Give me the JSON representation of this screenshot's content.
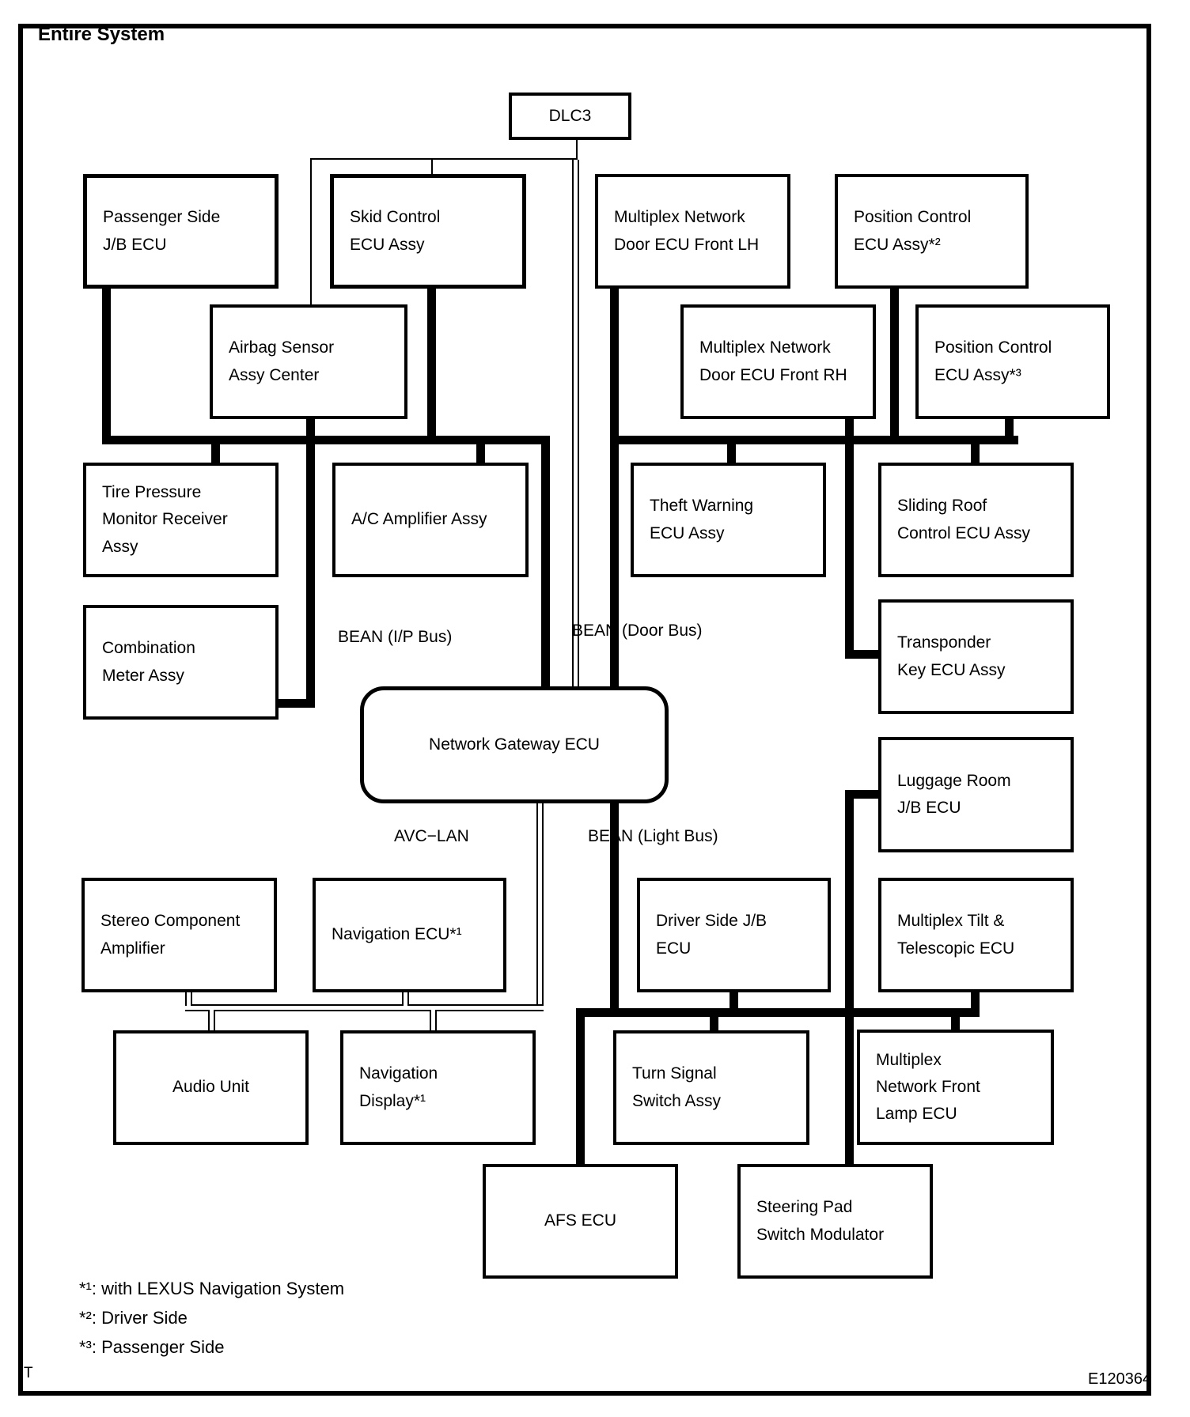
{
  "title": "Entire System",
  "corner_mark": "T",
  "figure_code": "E120364",
  "colors": {
    "line": "#000000",
    "background": "#ffffff"
  },
  "nodes": {
    "dlc3": "DLC3",
    "passenger_jb": "Passenger Side\nJ/B ECU",
    "skid": "Skid Control\nECU Assy",
    "mux_door_lh": "Multiplex Network\nDoor ECU Front LH",
    "pos_ctrl_2": "Position Control\nECU Assy*²",
    "airbag": "Airbag Sensor\nAssy Center",
    "mux_door_rh": "Multiplex Network\nDoor ECU Front RH",
    "pos_ctrl_3": "Position Control\nECU Assy*³",
    "tire": "Tire Pressure\nMonitor Receiver\nAssy",
    "ac_amp": "A/C Amplifier Assy",
    "theft": "Theft Warning\nECU Assy",
    "sliding_roof": "Sliding Roof\nControl ECU Assy",
    "combination": "Combination\nMeter Assy",
    "transponder": "Transponder\nKey ECU Assy",
    "gateway": "Network Gateway ECU",
    "luggage": "Luggage Room\nJ/B ECU",
    "stereo": "Stereo Component\nAmplifier",
    "nav_ecu": "Navigation ECU*¹",
    "driver_jb": "Driver Side J/B\nECU",
    "mux_tilt": "Multiplex Tilt &\nTelescopic ECU",
    "audio": "Audio Unit",
    "nav_display": "Navigation\nDisplay*¹",
    "turn_signal": "Turn Signal\nSwitch Assy",
    "mux_lamp": "Multiplex\nNetwork Front\nLamp ECU",
    "afs": "AFS ECU",
    "steering_pad": "Steering Pad\nSwitch Modulator"
  },
  "bus_labels": {
    "bean_ip": "BEAN (I/P Bus)",
    "bean_door": "BEAN (Door Bus)",
    "avc_lan": "AVC−LAN",
    "bean_light": "BEAN (Light Bus)"
  },
  "footnotes": [
    "*¹: with LEXUS Navigation System",
    "*²: Driver Side",
    "*³: Passenger Side"
  ]
}
